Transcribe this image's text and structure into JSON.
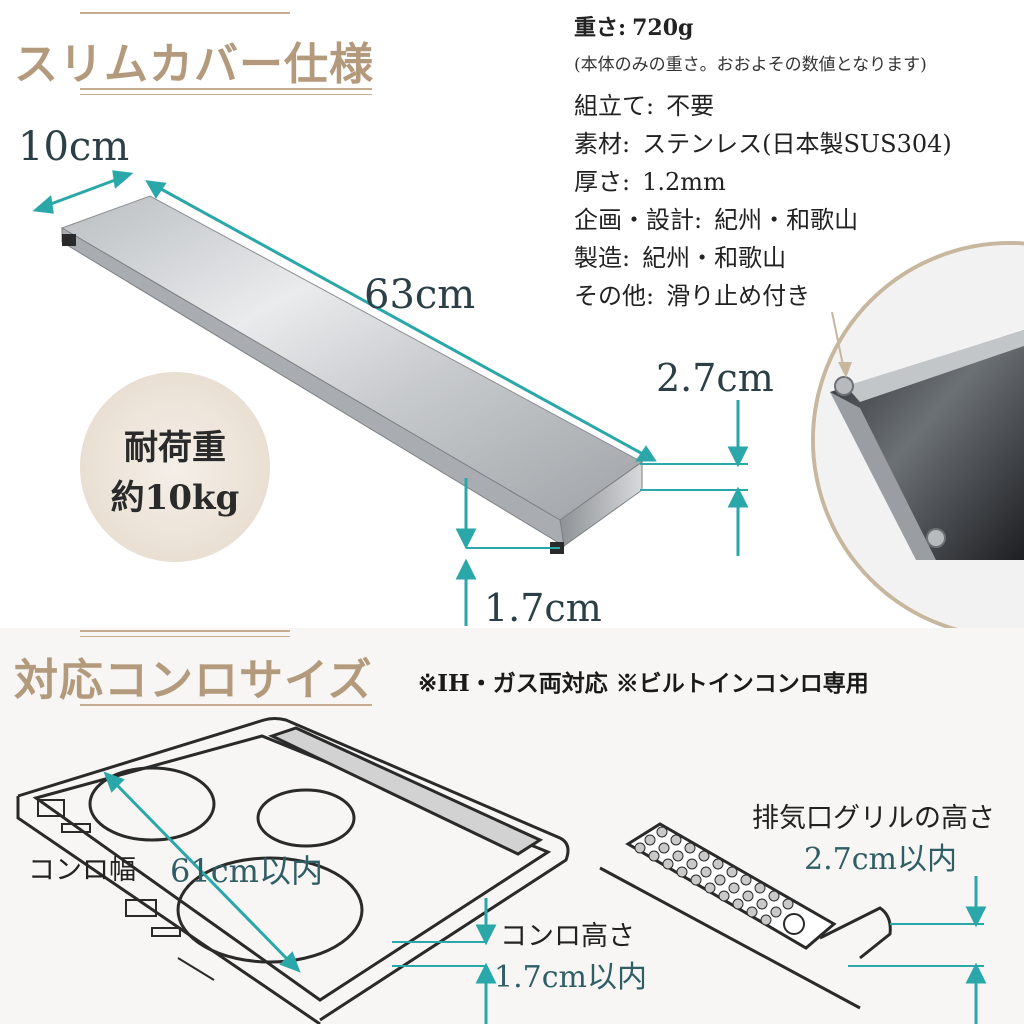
{
  "section1": {
    "title": "スリムカバー仕様"
  },
  "section2": {
    "title": "対応コンロサイズ"
  },
  "specs": {
    "weight_label": "重さ:",
    "weight_value": "720g",
    "weight_note": "(本体のみの重さ。おおよその数値となります)",
    "assembly_label": "組立て:",
    "assembly_value": "不要",
    "material_label": "素材:",
    "material_value": "ステンレス(日本製SUS304)",
    "thickness_label": "厚さ:",
    "thickness_value": "1.2mm",
    "design_label": "企画・設計:",
    "design_value": "紀州・和歌山",
    "manufacture_label": "製造:",
    "manufacture_value": "紀州・和歌山",
    "other_label": "その他:",
    "other_value": "滑り止め付き"
  },
  "dimensions": {
    "width": "10cm",
    "length": "63cm",
    "height_outer": "2.7cm",
    "height_inner": "1.7cm"
  },
  "badge": {
    "line1": "耐荷重",
    "line2": "約10kg"
  },
  "compat_note": "※IH・ガス両対応 ※ビルトインコンロ専用",
  "stove": {
    "width_label": "コンロ幅",
    "width_value": "61cm以内",
    "height_label": "コンロ高さ",
    "height_value": "1.7cm以内",
    "grill_label": "排気口グリルの高さ",
    "grill_value": "2.7cm以内"
  },
  "colors": {
    "heading_gold": "#b49a7c",
    "accent_teal": "#2aa7a8",
    "steel": "#c9cccf"
  }
}
